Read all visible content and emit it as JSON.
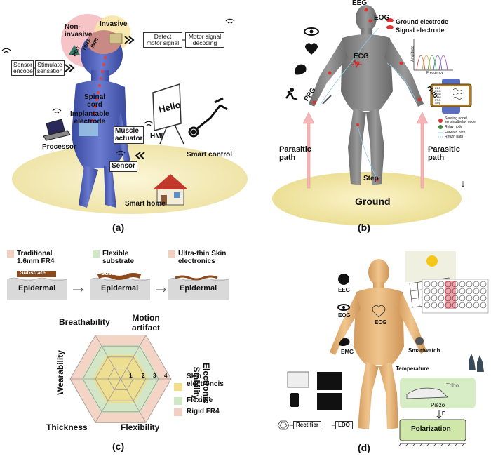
{
  "panel_a": {
    "caption": "(a)",
    "non_invasive": "Non-\ninvasive",
    "invasive": "Invasive",
    "eeg": "EEG",
    "nirs": "NIRS",
    "fmri": "fMRI",
    "detect": "Detect\nmotor signal",
    "decode": "Motor signal\ndecoding",
    "sensor_encode": "Sensor\nencode",
    "stimulate": "Stimulate\nsensation",
    "spinal_cord": "Spinal\ncord",
    "implantable": "Implantable\nelectrode",
    "muscle_actuator": "Muscle\nactuator",
    "processor": "Processor",
    "sensor": "Sensor",
    "hmi": "HMI",
    "hello": "Hello",
    "smart_control": "Smart control",
    "smart_home": "Smart home"
  },
  "panel_b": {
    "caption": "(b)",
    "eeg": "EEG",
    "eog": "EOG",
    "ground_electrode": "Ground electrode",
    "signal_electrode": "Signal electrode",
    "ecg": "ECG",
    "ppg": "PPG",
    "hub": "Hub",
    "parasitic_left": "Parasitic\npath",
    "parasitic_right": "Parasitic\npath",
    "step": "Step",
    "ground": "Ground",
    "amplitude": "Amplitude",
    "frequency": "Frequency",
    "watch_rows": [
      "EEG",
      "ECG",
      "EOG",
      "EMG",
      "PPG",
      "Step"
    ],
    "legend": [
      "Sensing node/\nsensing&relay node",
      "Relay node",
      "Forward path",
      "Return path"
    ]
  },
  "panel_c": {
    "caption": "(c)",
    "stage1_title": "Traditional\n1.6mm FR4",
    "stage2_title": "Flexible\nsubstrate",
    "stage3_title": "Ultra-thin Skin\nelectronics",
    "substrate": "Substrate",
    "epidermal": "Epidermal",
    "axes": [
      "Motion\nartifact",
      "Electronic\nStability",
      "Flexibility",
      "Thickness",
      "Wearability",
      "Breathability"
    ],
    "ticks": [
      "1",
      "2",
      "3",
      "4"
    ],
    "legend": [
      "Skin\nelectroncis",
      "Flexible",
      "Rigid FR4"
    ],
    "colors": {
      "skin": "#f1dd8a",
      "flexible": "#cfe8c4",
      "rigid": "#f3cfbf"
    }
  },
  "panel_d": {
    "caption": "(d)",
    "eeg": "EEG",
    "eog": "EOG",
    "ecg": "ECG",
    "emg": "EMG",
    "smartwatch": "Smartwatch",
    "temperature": "Temperature",
    "tribo": "Tribo",
    "piezo": "Piezo",
    "force": "F",
    "polarization": "Polarization",
    "rectifier": "Rectifier",
    "ldo": "LDO"
  }
}
